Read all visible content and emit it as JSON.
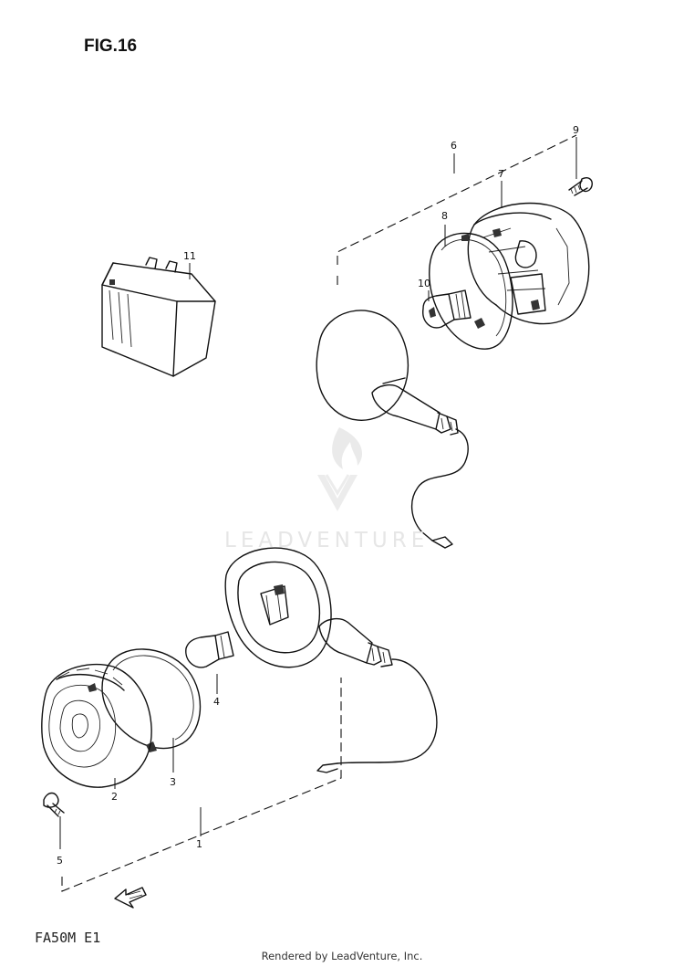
{
  "figure": {
    "title": "FIG.16",
    "model_code": "FA50M E1"
  },
  "footer": {
    "text": "Rendered by LeadVenture, Inc."
  },
  "watermark": {
    "text": "LEADVENTURE"
  },
  "callouts": [
    {
      "id": "callout-1",
      "label": "1"
    },
    {
      "id": "callout-2",
      "label": "2"
    },
    {
      "id": "callout-3",
      "label": "3"
    },
    {
      "id": "callout-4",
      "label": "4"
    },
    {
      "id": "callout-5",
      "label": "5"
    },
    {
      "id": "callout-6",
      "label": "6"
    },
    {
      "id": "callout-7",
      "label": "7"
    },
    {
      "id": "callout-8",
      "label": "8"
    },
    {
      "id": "callout-9",
      "label": "9"
    },
    {
      "id": "callout-10",
      "label": "10"
    },
    {
      "id": "callout-11",
      "label": "11"
    }
  ]
}
